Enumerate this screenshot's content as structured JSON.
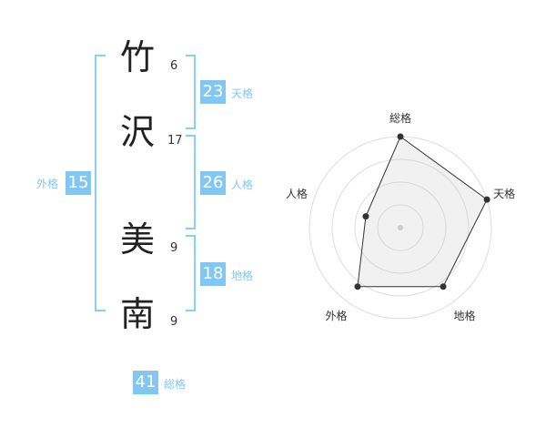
{
  "name": {
    "chars": [
      "竹",
      "沢",
      "美",
      "南"
    ],
    "strokes": [
      "6",
      "17",
      "9",
      "9"
    ]
  },
  "kakusu": {
    "ten": {
      "value": "23",
      "label": "天格"
    },
    "jin": {
      "value": "26",
      "label": "人格"
    },
    "chi": {
      "value": "18",
      "label": "地格"
    },
    "gai": {
      "value": "15",
      "label": "外格"
    },
    "sou": {
      "value": "41",
      "label": "総格"
    }
  },
  "colors": {
    "accent": "#82c7f2",
    "bracket": "#8ccff5",
    "radar_fill": "#f0f0f0",
    "radar_ring": "#dddddd"
  },
  "chart_data": {
    "type": "radar",
    "axes": [
      "総格",
      "天格",
      "地格",
      "外格",
      "人格"
    ],
    "series": [
      {
        "values": [
          1.0,
          1.0,
          0.8,
          0.8,
          0.4
        ]
      }
    ],
    "rings": 4,
    "range": [
      0,
      1
    ]
  }
}
